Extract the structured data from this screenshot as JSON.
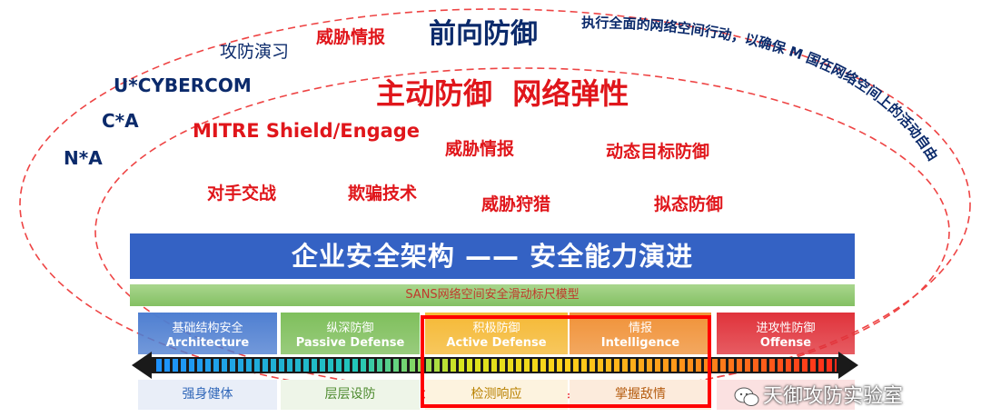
{
  "outer_terms": {
    "attack_defense_drill": "攻防演习",
    "threat_intel_top": "威胁情报",
    "forward_defense": "前向防御",
    "forward_defense_desc": "执行全面的网络空间行动，以确保 M 国在网络空间上的活动自由",
    "cybercom": "U*CYBERCOM",
    "ca": "C*A",
    "na": "N*A"
  },
  "inner_terms": {
    "active_defense_resilience": "主动防御  网络弹性",
    "mitre": "MITRE Shield/Engage",
    "threat_intel": "威胁情报",
    "moving_target": "动态目标防御",
    "adversary_engagement": "对手交战",
    "deception": "欺骗技术",
    "threat_hunting": "威胁狩猎",
    "mimic_defense": "拟态防御"
  },
  "banner": {
    "title": "企业安全架构 —— 安全能力演进"
  },
  "sans_model": {
    "label": "SANS网络空间安全滑动标尺模型"
  },
  "segments": [
    {
      "zh": "基础结构安全",
      "en": "Architecture",
      "bottom": "强身健体",
      "color": "#4f7fd1",
      "bottom_bg": "#e9eef8",
      "bottom_color": "#2f66b8"
    },
    {
      "zh": "纵深防御",
      "en": "Passive Defense",
      "bottom": "层层设防",
      "color": "#7fbf5c",
      "bottom_bg": "#eef5e8",
      "bottom_color": "#4d8a2e"
    },
    {
      "zh": "积极防御",
      "en": "Active Defense",
      "bottom": "检测响应",
      "color": "#f5b935",
      "bottom_bg": "#fdf3df",
      "bottom_color": "#b98100"
    },
    {
      "zh": "情报",
      "en": "Intelligence",
      "bottom": "掌握敌情",
      "color": "#f09238",
      "bottom_bg": "#fcebdc",
      "bottom_color": "#b65e12"
    },
    {
      "zh": "进攻性防御",
      "en": "Offense",
      "bottom": "",
      "color": "#e0333b",
      "bottom_bg": "#fbe1e1",
      "bottom_color": "#b81f25"
    }
  ],
  "watermark": {
    "text": "天御攻防实验室"
  },
  "colors": {
    "navy": "#0b2a6b",
    "red": "#e0161b",
    "banner": "#3462c4",
    "highlight_box": "#ff0000"
  }
}
